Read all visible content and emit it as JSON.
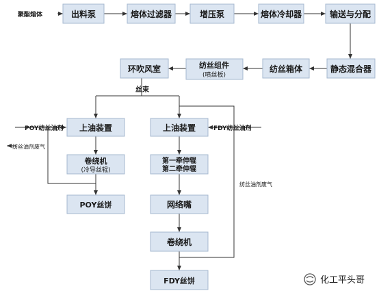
{
  "main_flow": {
    "feed_label": "聚酯熔体",
    "discharge_pump": "出料泵",
    "melt_filter": "熔体过滤器",
    "booster_pump": "增压泵",
    "melt_cooler": "熔体冷却器",
    "conveying_distribution": "输送与分配",
    "static_mixer": "静态混合器",
    "spinning_box": "纺丝箱体",
    "spin_pack_line1": "纺丝组件",
    "spin_pack_line2": "(喷丝板)",
    "ring_quench": "环吹风室",
    "tow_label": "丝束"
  },
  "poy_branch": {
    "oil_agent_label": "POY纺丝油剂",
    "exhaust_label": "纺丝油剂废气",
    "oiling_device": "上油装置",
    "winder_line1": "卷绕机",
    "winder_line2": "(冷导丝辊)",
    "product": "POY丝饼"
  },
  "fdy_branch": {
    "oil_agent_label": "FDY纺丝油剂",
    "exhaust_label": "纺丝油剂废气",
    "oiling_device": "上油装置",
    "draw_roll_1": "第一牵伸辊",
    "draw_roll_2": "第二牵伸辊",
    "network_nozzle": "网络嘴",
    "winder": "卷绕机",
    "product": "FDY丝饼"
  },
  "watermark": {
    "text": "化工平头哥",
    "icon": "wechat-channel-icon"
  },
  "colors": {
    "box_fill": "#dbe5f1",
    "box_border": "#a6b8cf",
    "line": "#333333"
  }
}
